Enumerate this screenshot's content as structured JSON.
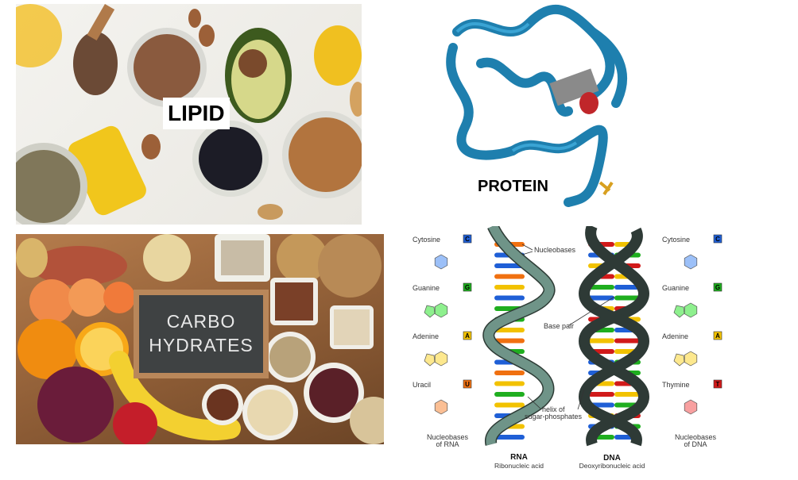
{
  "panels": {
    "lipid": {
      "label": "LIPID"
    },
    "protein": {
      "label": "PROTEIN"
    },
    "carbohydrates": {
      "board_line1": "CARBO",
      "board_line2": "HYDRATES"
    },
    "nucleic_acids": {
      "rna_bases": [
        {
          "name": "Cytosine",
          "letter": "C",
          "color": "#1f5fd6"
        },
        {
          "name": "Guanine",
          "letter": "G",
          "color": "#1fae1f"
        },
        {
          "name": "Adenine",
          "letter": "A",
          "color": "#f2c200"
        },
        {
          "name": "Uracil",
          "letter": "U",
          "color": "#f07010"
        }
      ],
      "dna_bases": [
        {
          "name": "Cytosine",
          "letter": "C",
          "color": "#1f5fd6"
        },
        {
          "name": "Guanine",
          "letter": "G",
          "color": "#1fae1f"
        },
        {
          "name": "Adenine",
          "letter": "A",
          "color": "#f2c200"
        },
        {
          "name": "Thymine",
          "letter": "T",
          "color": "#d11a1a"
        }
      ],
      "rna_caption": [
        "Nucleobases",
        "of RNA"
      ],
      "dna_caption": [
        "Nucleobases",
        "of DNA"
      ],
      "annotations": {
        "nucleobases": "Nucleobases",
        "base_pair": "Base pair",
        "helix_line1": "helix of",
        "helix_line2": "sugar-phosphates"
      },
      "rna_title": "RNA",
      "rna_subtitle": "Ribonucleic acid",
      "dna_title": "DNA",
      "dna_subtitle": "Deoxyribonucleic acid"
    }
  }
}
